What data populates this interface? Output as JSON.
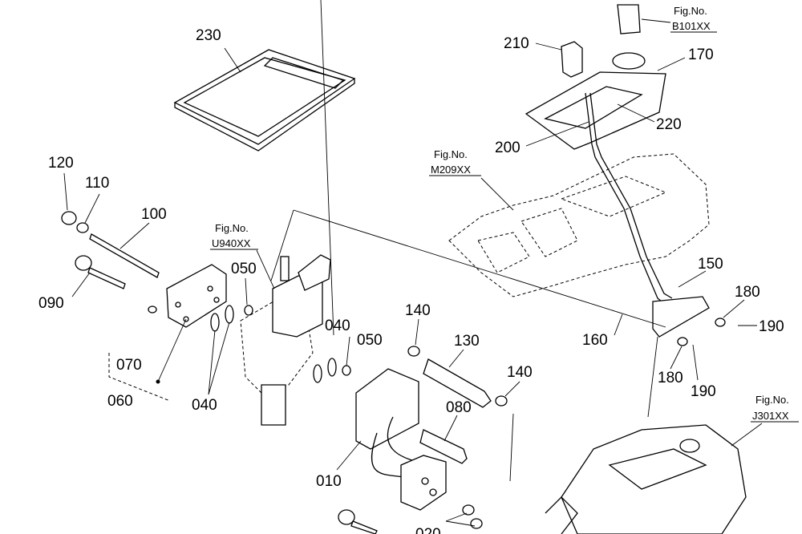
{
  "diagram": {
    "part_labels": {
      "p230": "230",
      "p210": "210",
      "p170": "170",
      "p220": "220",
      "p200": "200",
      "p120": "120",
      "p110": "110",
      "p100": "100",
      "p050a": "050",
      "p090": "090",
      "p150": "150",
      "p180a": "180",
      "p190a": "190",
      "p160": "160",
      "p140a": "140",
      "p130": "130",
      "p040a": "040",
      "p050b": "050",
      "p070": "070",
      "p060": "060",
      "p040b": "040",
      "p180b": "180",
      "p190b": "190",
      "p140b": "140",
      "p080": "080",
      "p010": "010",
      "p020": "020"
    },
    "figure_refs": [
      {
        "label": "Fig.No.",
        "code": "B101XX"
      },
      {
        "label": "Fig.No.",
        "code": "M209XX"
      },
      {
        "label": "Fig.No.",
        "code": "U940XX"
      },
      {
        "label": "Fig.No.",
        "code": "J301XX"
      }
    ]
  }
}
